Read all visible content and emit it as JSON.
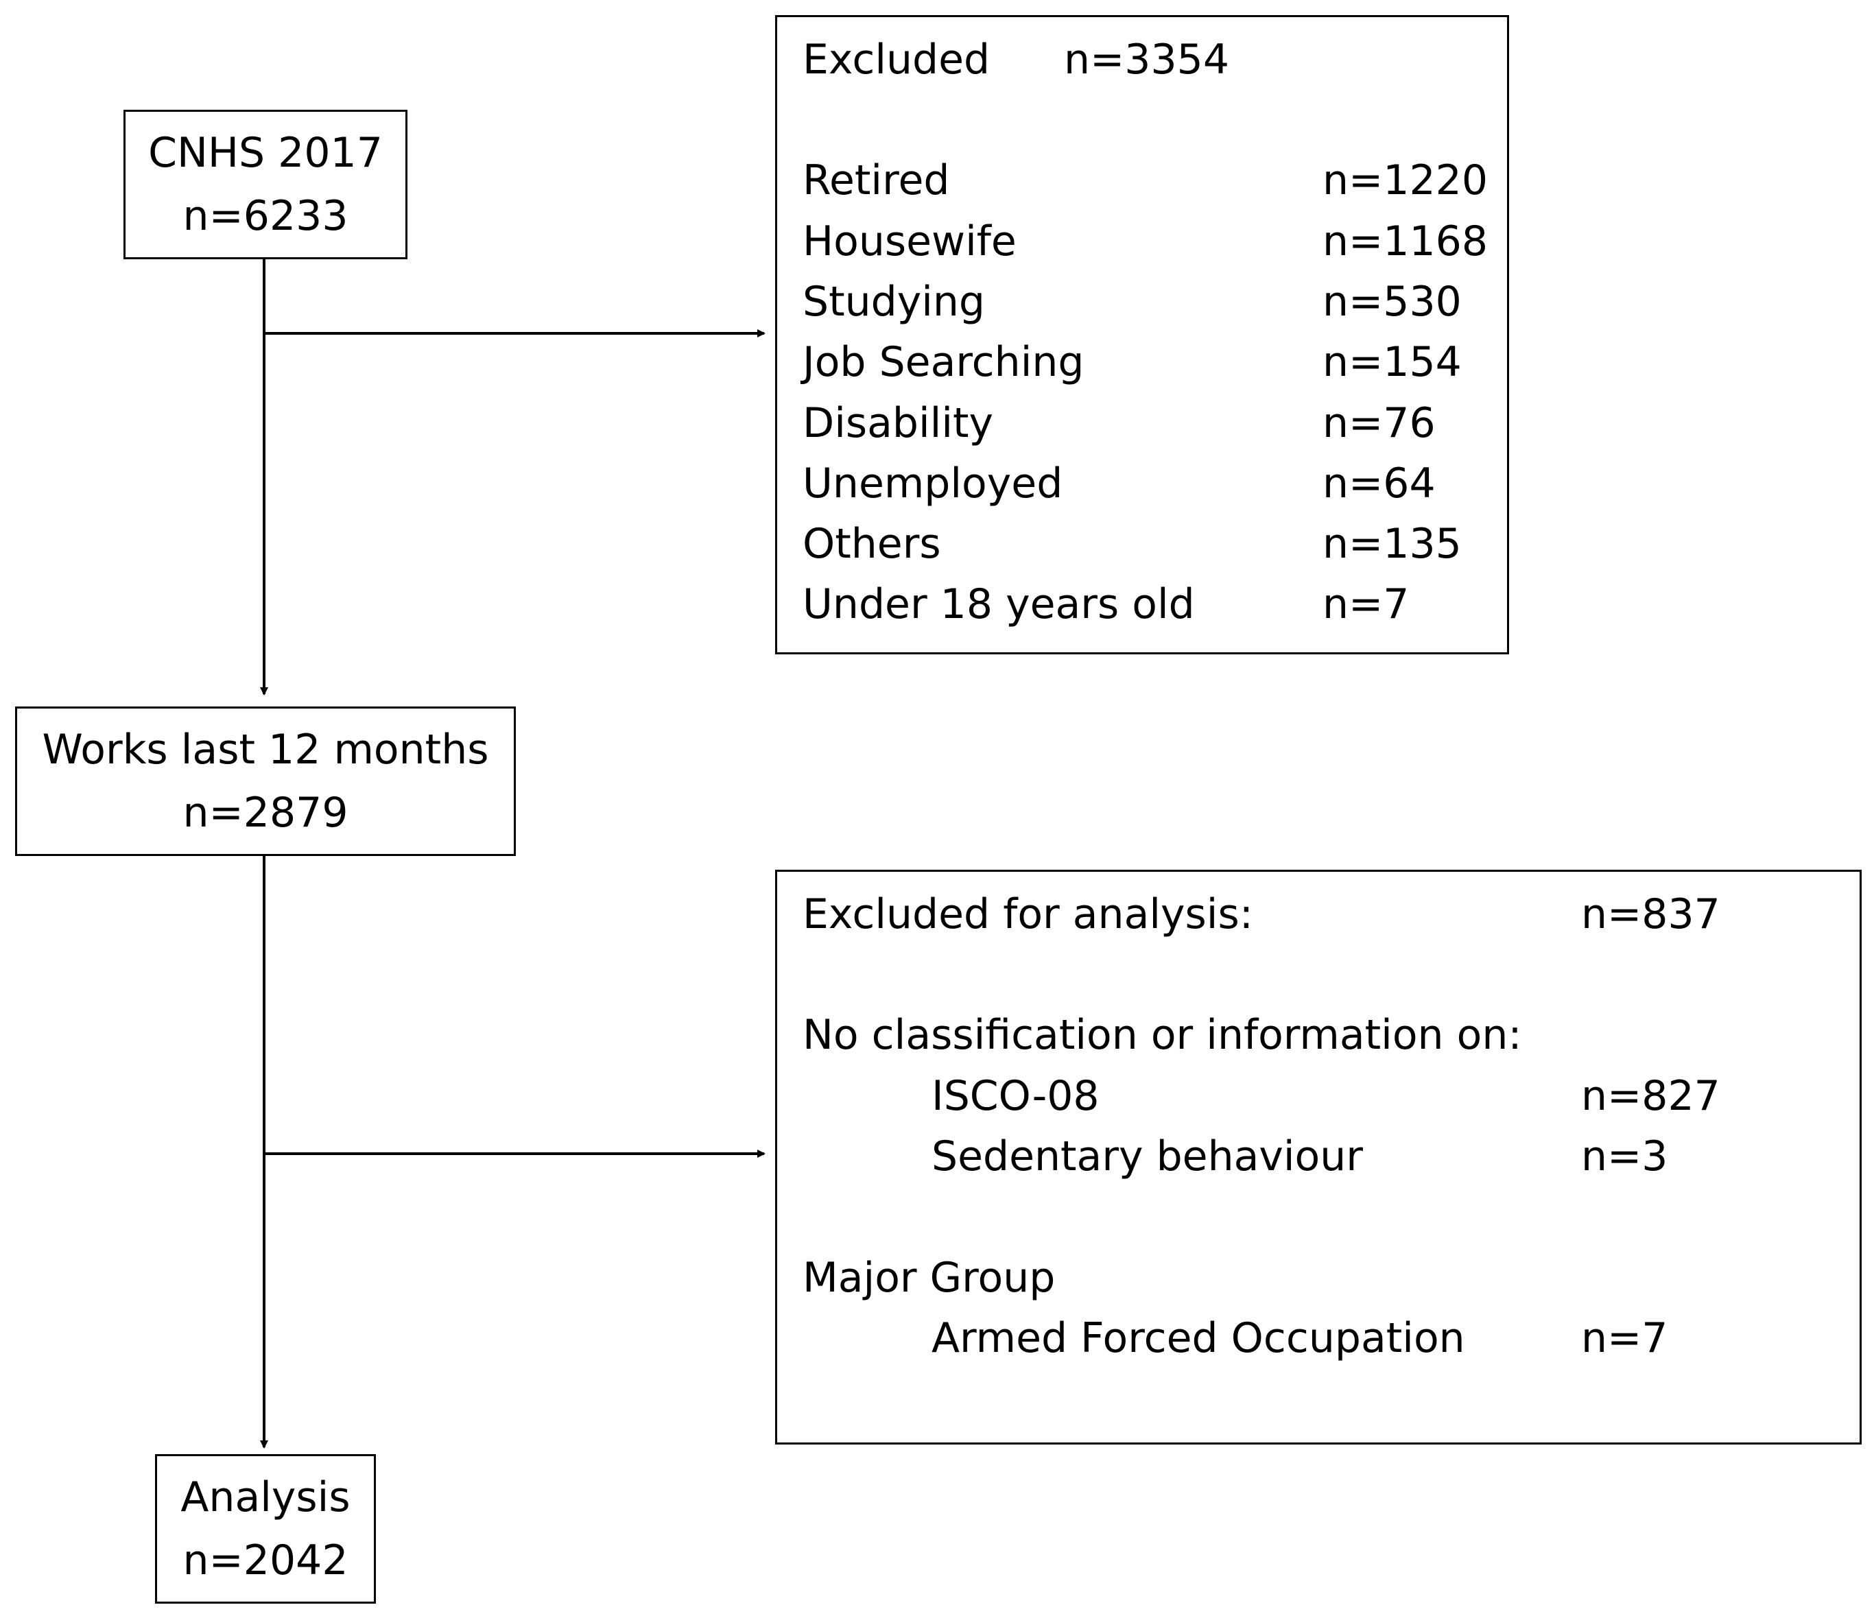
{
  "boxes": {
    "cnhs": {
      "title": "CNHS 2017",
      "count": "n=6233"
    },
    "works": {
      "title": "Works last 12 months",
      "count": "n=2879"
    },
    "analysis": {
      "title": "Analysis",
      "count": "n=2042"
    }
  },
  "excluded1": {
    "title": "Excluded",
    "total": "n=3354",
    "rows": [
      {
        "label": "Retired",
        "value": "n=1220"
      },
      {
        "label": "Housewife",
        "value": "n=1168"
      },
      {
        "label": "Studying",
        "value": "n=530"
      },
      {
        "label": "Job Searching",
        "value": "n=154"
      },
      {
        "label": "Disability",
        "value": "n=76"
      },
      {
        "label": "Unemployed",
        "value": "n=64"
      },
      {
        "label": "Others",
        "value": "n=135"
      },
      {
        "label": "Under 18 years old",
        "value": "n=7"
      }
    ]
  },
  "excluded2": {
    "title": "Excluded for analysis:",
    "total": "n=837",
    "section1": "No classification or information on:",
    "section1_rows": [
      {
        "label": "ISCO-08",
        "value": "n=827"
      },
      {
        "label": "Sedentary behaviour",
        "value": "n=3"
      }
    ],
    "section2": "Major Group",
    "section2_rows": [
      {
        "label": "Armed Forced Occupation",
        "value": "n=7"
      }
    ]
  }
}
